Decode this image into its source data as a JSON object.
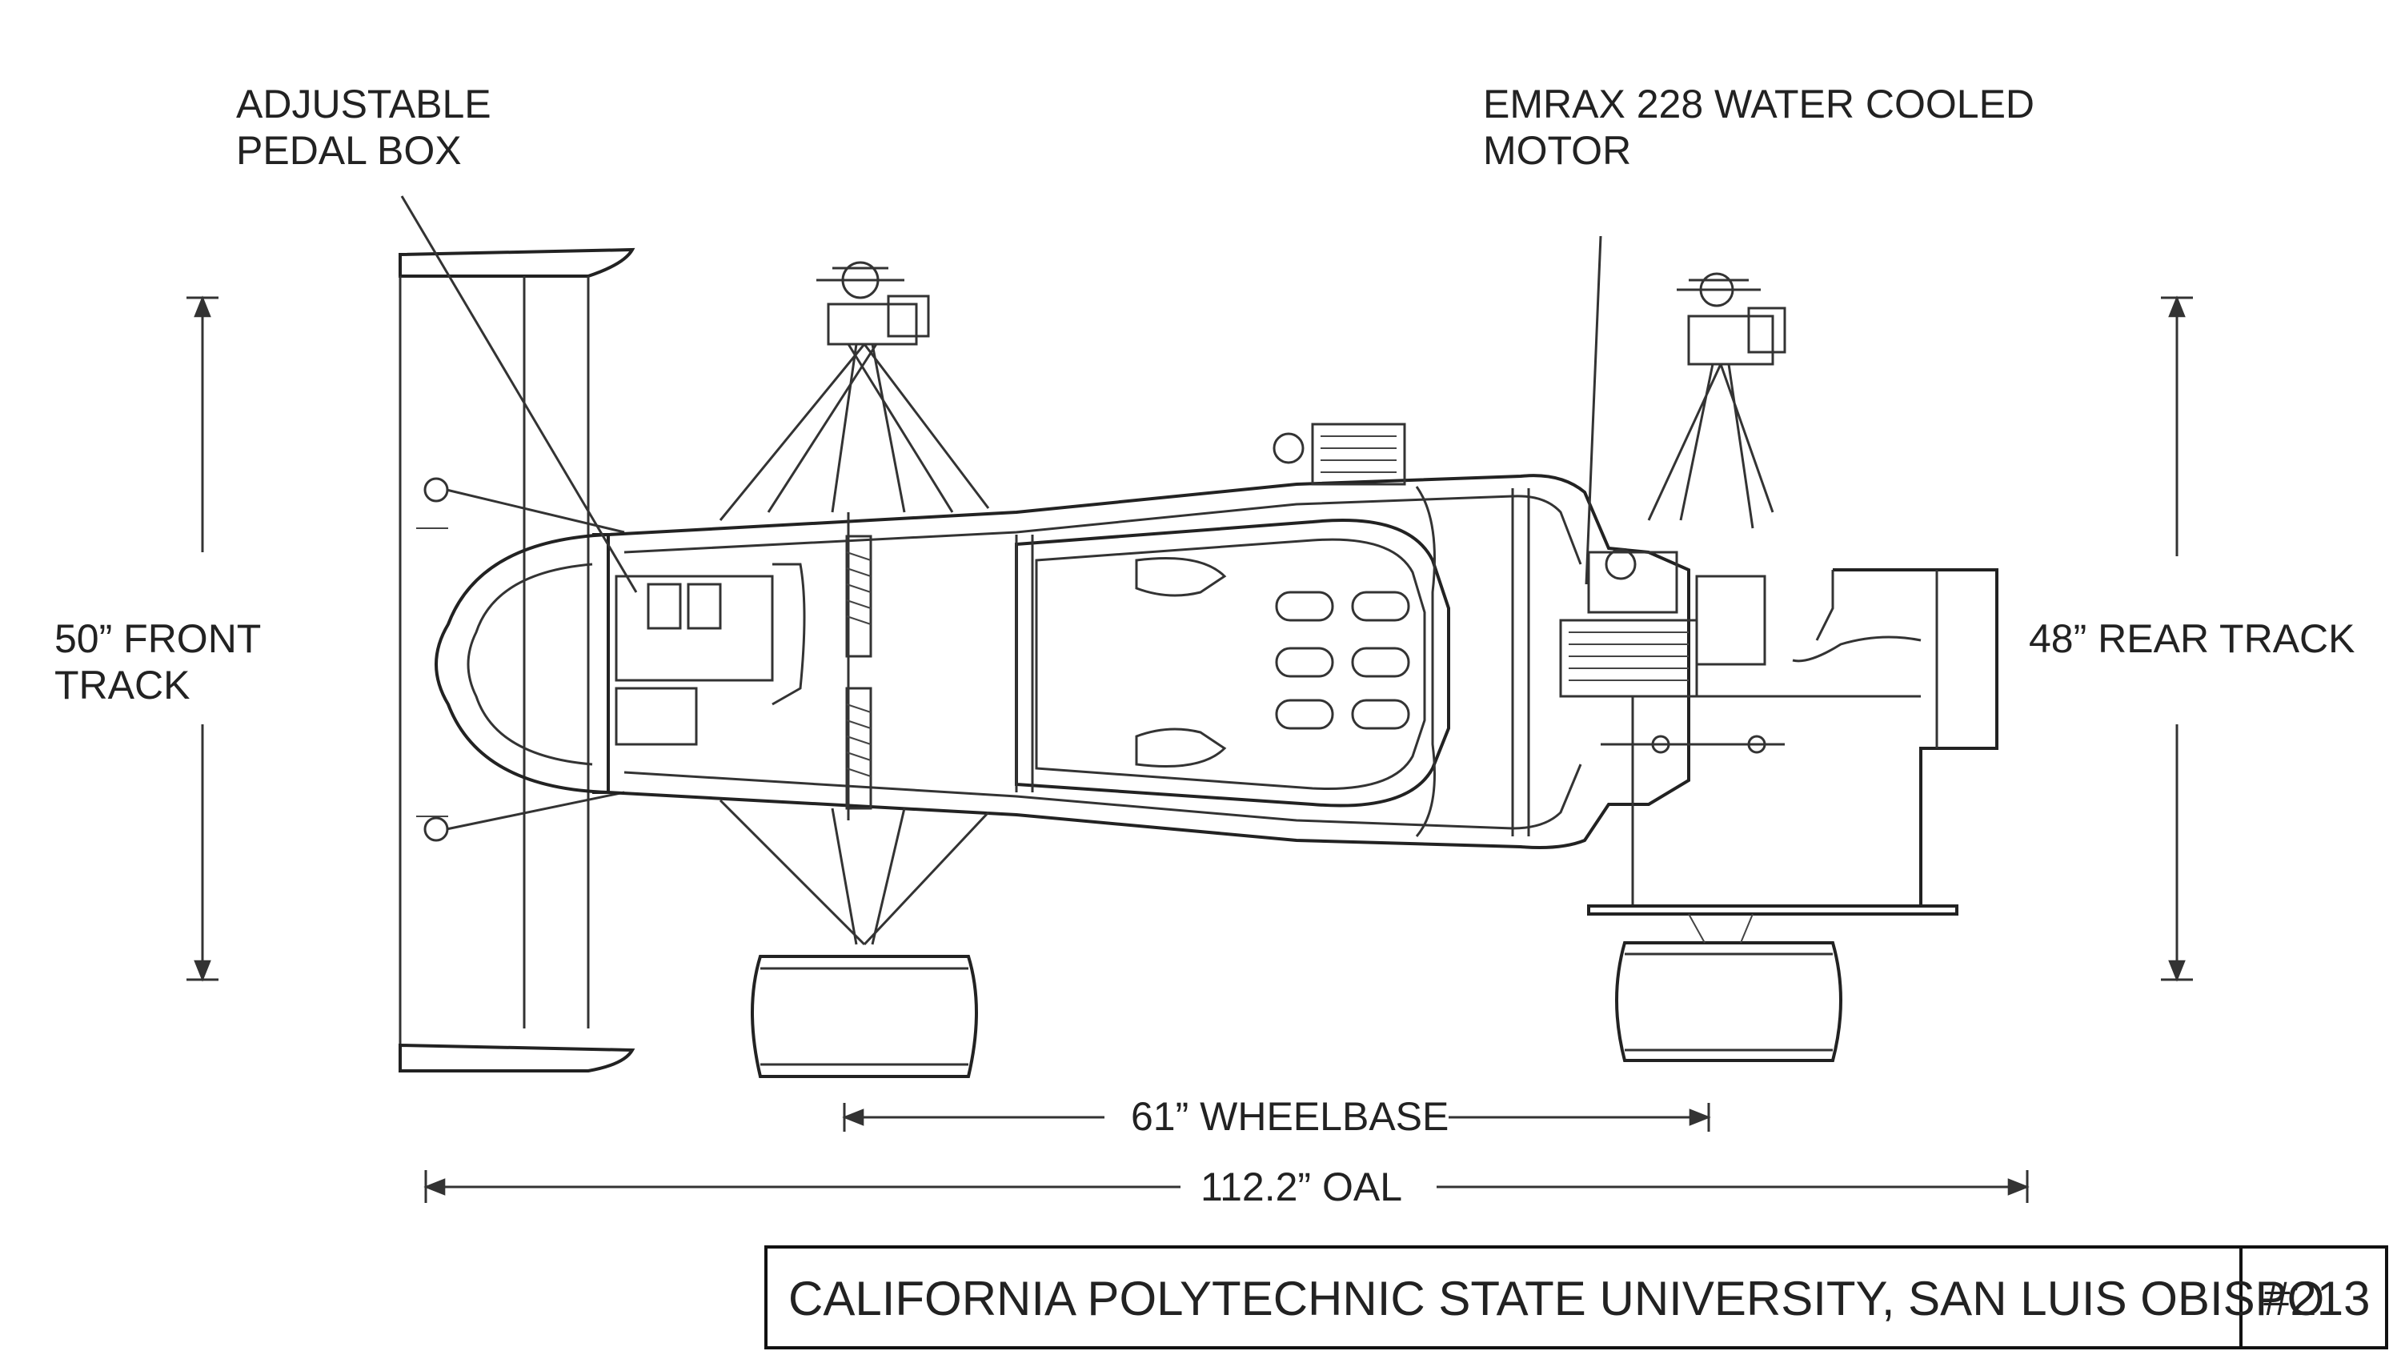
{
  "callouts": {
    "pedal_box": [
      "ADJUSTABLE",
      "PEDAL BOX"
    ],
    "motor": [
      "EMRAX 228 WATER COOLED",
      "MOTOR"
    ]
  },
  "dimensions": {
    "front_track": [
      "50” FRONT",
      "TRACK"
    ],
    "rear_track": "48” REAR TRACK",
    "wheelbase": "61” WHEELBASE",
    "overall_length": "112.2” OAL"
  },
  "title_block": {
    "institution": "CALIFORNIA POLYTECHNIC STATE UNIVERSITY, SAN LUIS OBISPO",
    "car_number": "#213"
  }
}
